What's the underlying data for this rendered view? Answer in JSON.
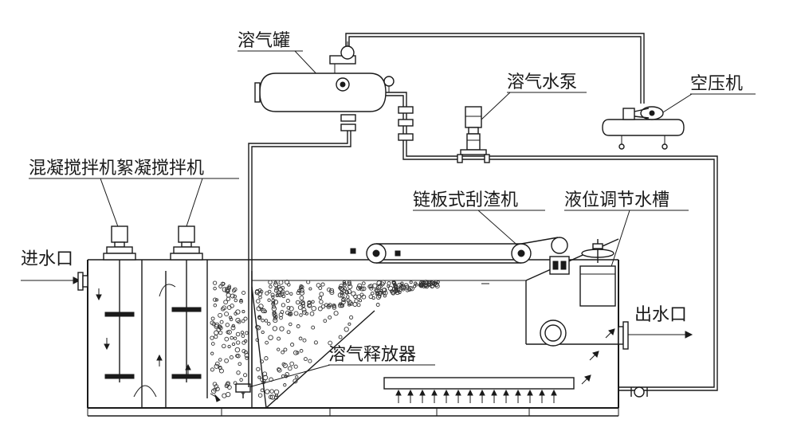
{
  "labels": {
    "dissolved_air_tank": "溶气罐",
    "dissolved_air_pump": "溶气水泵",
    "air_compressor": "空压机",
    "mixer_label": "混凝搅拌机絮凝搅拌机",
    "chain_scraper": "链板式刮渣机",
    "level_tank": "液位调节水槽",
    "water_inlet": "进水口",
    "water_outlet": "出水口",
    "air_releaser": "溶气释放器"
  },
  "colors": {
    "line": "#1a1a1a",
    "background": "#ffffff"
  }
}
